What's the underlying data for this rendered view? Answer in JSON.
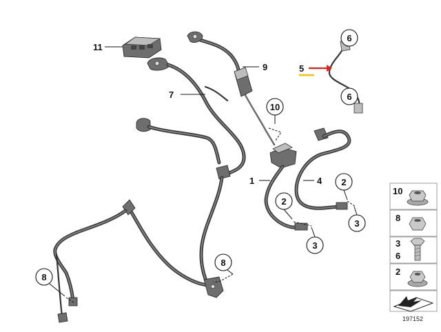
{
  "callouts": {
    "c6_top": "6",
    "c6_bottom": "6",
    "c10": "10",
    "c2_left": "2",
    "c2_right": "2",
    "c3_left": "3",
    "c3_right": "3",
    "c8_left": "8",
    "c8_center": "8"
  },
  "labels": {
    "l11": "11",
    "l9": "9",
    "l7": "7",
    "l5": "5",
    "l1": "1",
    "l4": "4"
  },
  "legend": {
    "rows": [
      {
        "num": "10",
        "icon": "flanged-nut-icon"
      },
      {
        "num": "8",
        "icon": "hex-nut-icon"
      },
      {
        "num": "3",
        "num2": "6",
        "icon": "hex-bolt-icon"
      },
      {
        "num": "2",
        "icon": "hex-flange-nut-icon"
      }
    ],
    "footer_icon": "mat-arrow-icon"
  },
  "reference_number": "197152",
  "colors": {
    "highlight_arrow": "#e0201b",
    "highlight_underline": "#f2c200"
  }
}
